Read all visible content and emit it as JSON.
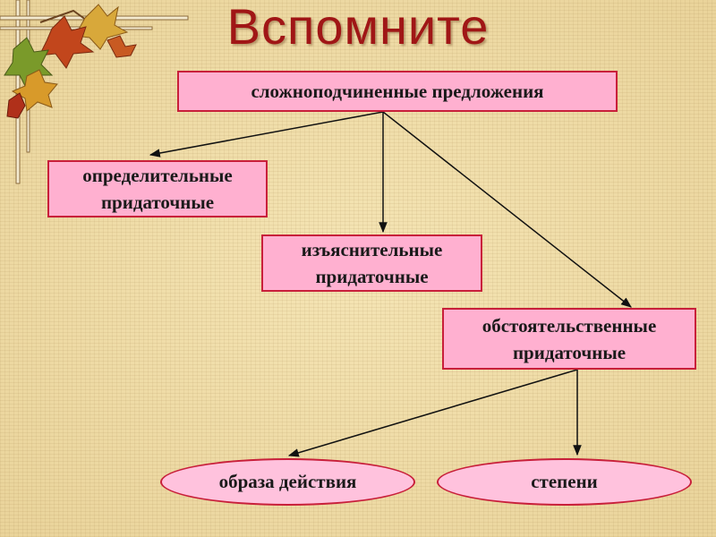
{
  "title": "Вспомните",
  "root": {
    "label": "сложноподчиненные предложения"
  },
  "types": [
    {
      "line1": "определительные",
      "line2": "придаточные"
    },
    {
      "line1": "изъяснительные",
      "line2": "придаточные"
    },
    {
      "line1": "обстоятельственные",
      "line2": "придаточные"
    }
  ],
  "subtypes": [
    {
      "label": "образа действия"
    },
    {
      "label": "степени"
    }
  ],
  "colors": {
    "title": "#a01616",
    "box_fill": "#ffb0d0",
    "box_border": "#c81f3a",
    "background": "#efdca5"
  }
}
